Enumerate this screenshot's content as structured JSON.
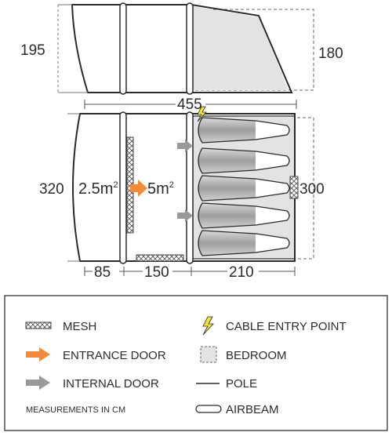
{
  "dimensions": {
    "side_height_left": "195",
    "side_height_right": "180",
    "total_length": "455",
    "floor_width_left": "320",
    "bedroom_width": "300",
    "length_porch": "85",
    "length_living": "150",
    "length_bedroom": "210"
  },
  "areas": {
    "porch_value": "2.5m",
    "porch_sup": "2",
    "living_value": "5m",
    "living_sup": "2"
  },
  "legend": {
    "mesh": "MESH",
    "entrance_door": "ENTRANCE DOOR",
    "internal_door": "INTERNAL DOOR",
    "measurements_note": "MEASUREMENTS IN CM",
    "cable_entry": "CABLE ENTRY POINT",
    "bedroom": "BEDROOM",
    "pole": "POLE",
    "airbeam": "AIRBEAM"
  },
  "colors": {
    "outline": "#2b2b2b",
    "bedroom_fill": "#e3e3e3",
    "entrance_arrow": "#f28a3c",
    "internal_arrow": "#9a9a9a",
    "cable_bolt": "#f2e23a",
    "sleeping_bag": "#b8b8b8"
  }
}
